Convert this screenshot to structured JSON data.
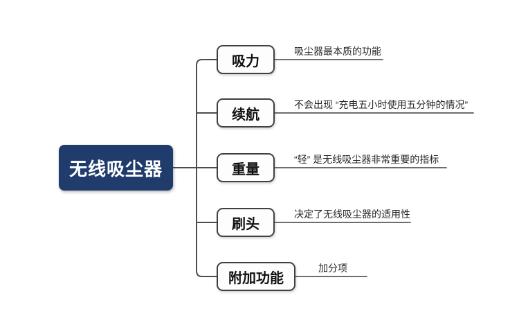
{
  "root": {
    "label": "无线吸尘器"
  },
  "branches": [
    {
      "label": "吸力",
      "note": "吸尘器最本质的功能"
    },
    {
      "label": "续航",
      "note": "不会出现 “充电五小时使用五分钟的情况”"
    },
    {
      "label": "重量",
      "note": "“轻” 是无线吸尘器非常重要的指标"
    },
    {
      "label": "刷头",
      "note": "决定了无线吸尘器的适用性"
    },
    {
      "label": "附加功能",
      "note": "加分项"
    }
  ],
  "colors": {
    "root_fill": "#1f3c6c",
    "root_text": "#ffffff",
    "branch_fill": "#fdfdfd",
    "branch_border": "#404040",
    "branch_text": "#111111",
    "note_text": "#262626",
    "line_color": "#4d4d4d",
    "underline_color": "#595959"
  }
}
